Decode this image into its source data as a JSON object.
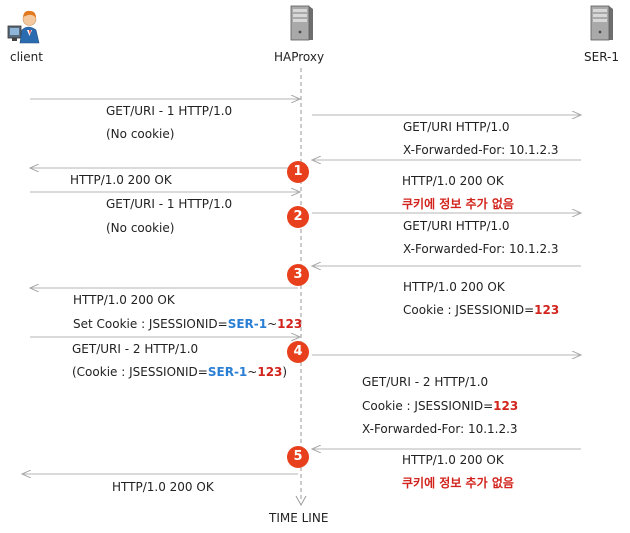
{
  "actors": {
    "client": "client",
    "haproxy": "HAProxy",
    "server": "SER-1"
  },
  "timeline_label": "TIME LINE",
  "steps": [
    "1",
    "2",
    "3",
    "4",
    "5"
  ],
  "messages": {
    "m1": "GET/URI - 1 HTTP/1.0",
    "m1_note": "(No cookie)",
    "m2a": "GET/URI  HTTP/1.0",
    "m2b": "X-Forwarded-For:  10.1.2.3",
    "m3": "HTTP/1.0 200 OK",
    "m4": "HTTP/1.0 200 OK",
    "m5": "GET/URI - 1 HTTP/1.0",
    "m5_note": "(No cookie)",
    "m6": "쿠키에 정보 추가 없음",
    "m7a": "GET/URI  HTTP/1.0",
    "m7b": "X-Forwarded-For:  10.1.2.3",
    "m8a": "HTTP/1.0 200 OK",
    "m8b_prefix": "Cookie : JSESSIONID=",
    "m8b_value": "123",
    "m9a": "HTTP/1.0 200 OK",
    "m9b_prefix": "Set Cookie : JSESSIONID=",
    "m9b_server": "SER-1",
    "m9b_sep": "~",
    "m9b_value": "123",
    "m10a": "GET/URI - 2 HTTP/1.0",
    "m10b_prefix": "(Cookie : JSESSIONID=",
    "m10b_server": "SER-1",
    "m10b_sep": "~",
    "m10b_value": "123",
    "m10b_suffix": ")",
    "m11a": "GET/URI - 2 HTTP/1.0",
    "m11b_prefix": "Cookie : JSESSIONID=",
    "m11b_value": "123",
    "m11c": "X-Forwarded-For:  10.1.2.3",
    "m12a": "HTTP/1.0 200 OK",
    "m12b": "쿠키에 정보 추가 없음",
    "m13": "HTTP/1.0 200 OK"
  },
  "colors": {
    "badge": "#e8401c",
    "highlight_red": "#d2231c",
    "highlight_blue": "#2a7fd4",
    "arrow": "#b4b4b4"
  }
}
